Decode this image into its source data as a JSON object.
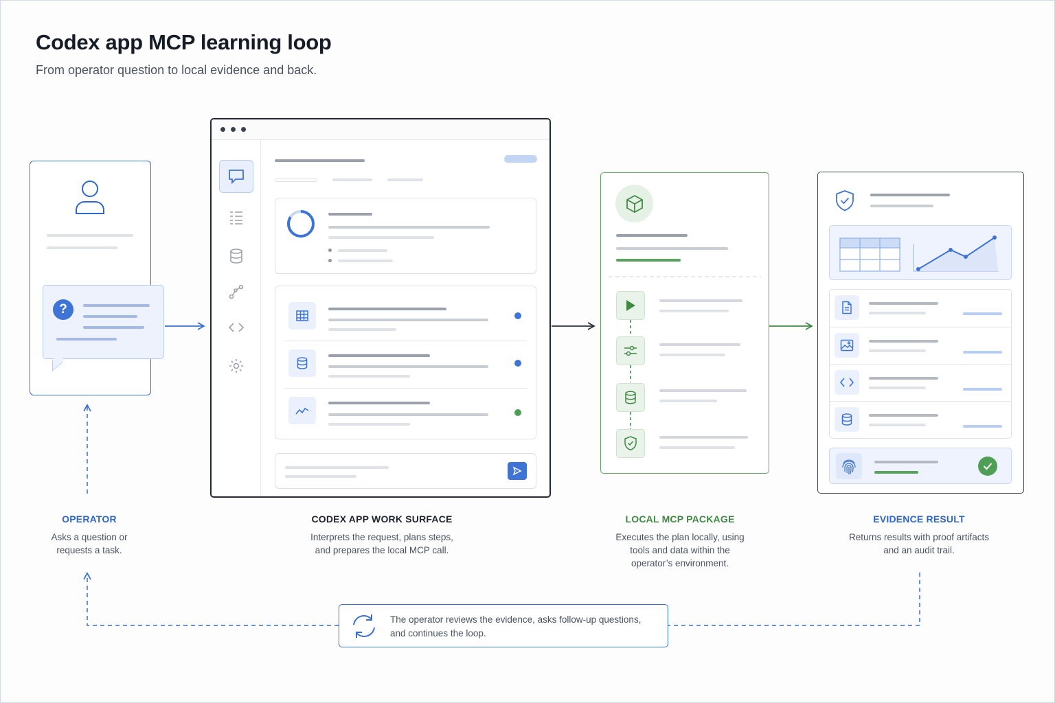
{
  "header": {
    "title": "Codex app MCP learning loop",
    "subtitle": "From operator question to local evidence and back."
  },
  "stages": [
    {
      "title": "OPERATOR",
      "color": "#2f66c9",
      "description_lines": [
        "Asks a question or",
        "requests a task."
      ]
    },
    {
      "title": "CODEX APP WORK SURFACE",
      "color": "#1f2530",
      "description_lines": [
        "Interprets the request, plans steps,",
        "and prepares the local MCP call."
      ]
    },
    {
      "title": "LOCAL MCP PACKAGE",
      "color": "#3f8a43",
      "description_lines": [
        "Executes the plan locally, using",
        "tools and data within the",
        "operator’s environment."
      ]
    },
    {
      "title": "EVIDENCE RESULT",
      "color": "#2f66c9",
      "description_lines": [
        "Returns results with proof artifacts",
        "and an audit trail."
      ]
    }
  ],
  "loop_note": {
    "lines": [
      "The operator reviews the evidence, asks follow-up questions,",
      "and continues the loop."
    ],
    "icon": "refresh-icon"
  },
  "icons": {
    "operator_card": [
      "user-icon",
      "question-icon"
    ],
    "work_surface_sidebar": [
      "chat-icon",
      "list-icon",
      "database-icon",
      "workflow-icon",
      "code-icon",
      "gear-icon"
    ],
    "work_surface_rows": [
      "table-icon",
      "database-icon",
      "trend-icon"
    ],
    "mcp_package": [
      "package-icon",
      "play-icon",
      "sliders-icon",
      "database-icon",
      "shield-check-icon"
    ],
    "evidence_result": [
      "shield-check-icon",
      "document-icon",
      "image-icon",
      "code-icon",
      "database-icon",
      "fingerprint-icon",
      "check-icon"
    ]
  },
  "colors": {
    "blue_accent": "#3e74d6",
    "green_accent": "#4e9e55",
    "dark_outline": "#242a33"
  }
}
